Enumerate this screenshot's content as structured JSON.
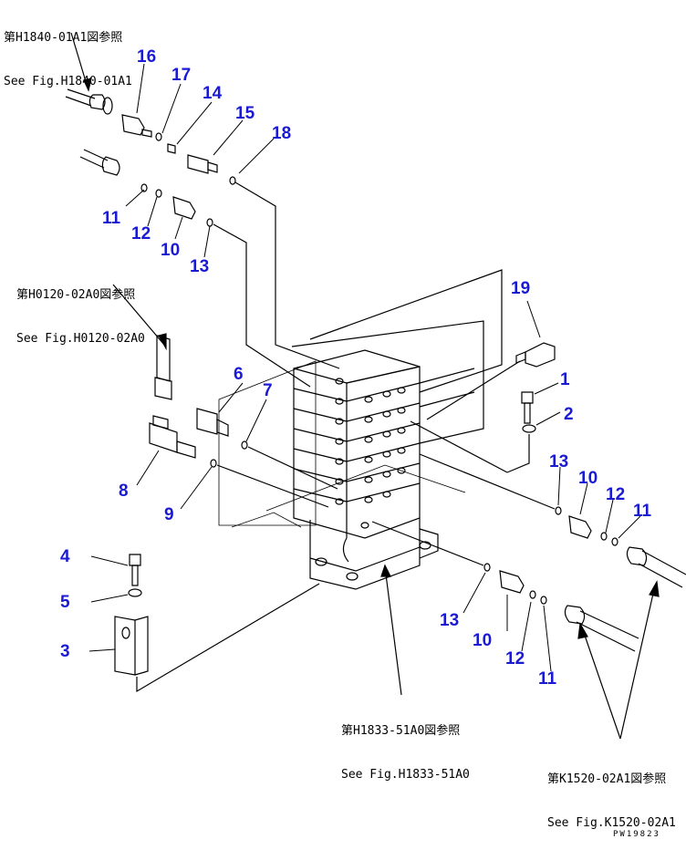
{
  "colors": {
    "callout": "#1a1ad6",
    "line": "#000000",
    "background": "#ffffff"
  },
  "references": {
    "top_left": {
      "jp": "第H1840-01A1図参照",
      "en": "See Fig.H1840-01A1"
    },
    "mid_left": {
      "jp": "第H0120-02A0図参照",
      "en": "See Fig.H0120-02A0"
    },
    "bottom_mid": {
      "jp": "第H1833-51A0図参照",
      "en": "See Fig.H1833-51A0"
    },
    "bottom_right": {
      "jp": "第K1520-02A1図参照",
      "en": "See Fig.K1520-02A1"
    }
  },
  "callouts": {
    "c16": "16",
    "c17": "17",
    "c14": "14",
    "c15": "15",
    "c18": "18",
    "c11a": "11",
    "c12a": "12",
    "c10a": "10",
    "c13a": "13",
    "c19": "19",
    "c6": "6",
    "c7": "7",
    "c1": "1",
    "c2": "2",
    "c8": "8",
    "c9": "9",
    "c13b": "13",
    "c10b": "10",
    "c12b": "12",
    "c11b": "11",
    "c4": "4",
    "c5": "5",
    "c3": "3",
    "c13c": "13",
    "c10c": "10",
    "c12c": "12",
    "c11c": "11"
  },
  "drawing_code": "PW19823"
}
